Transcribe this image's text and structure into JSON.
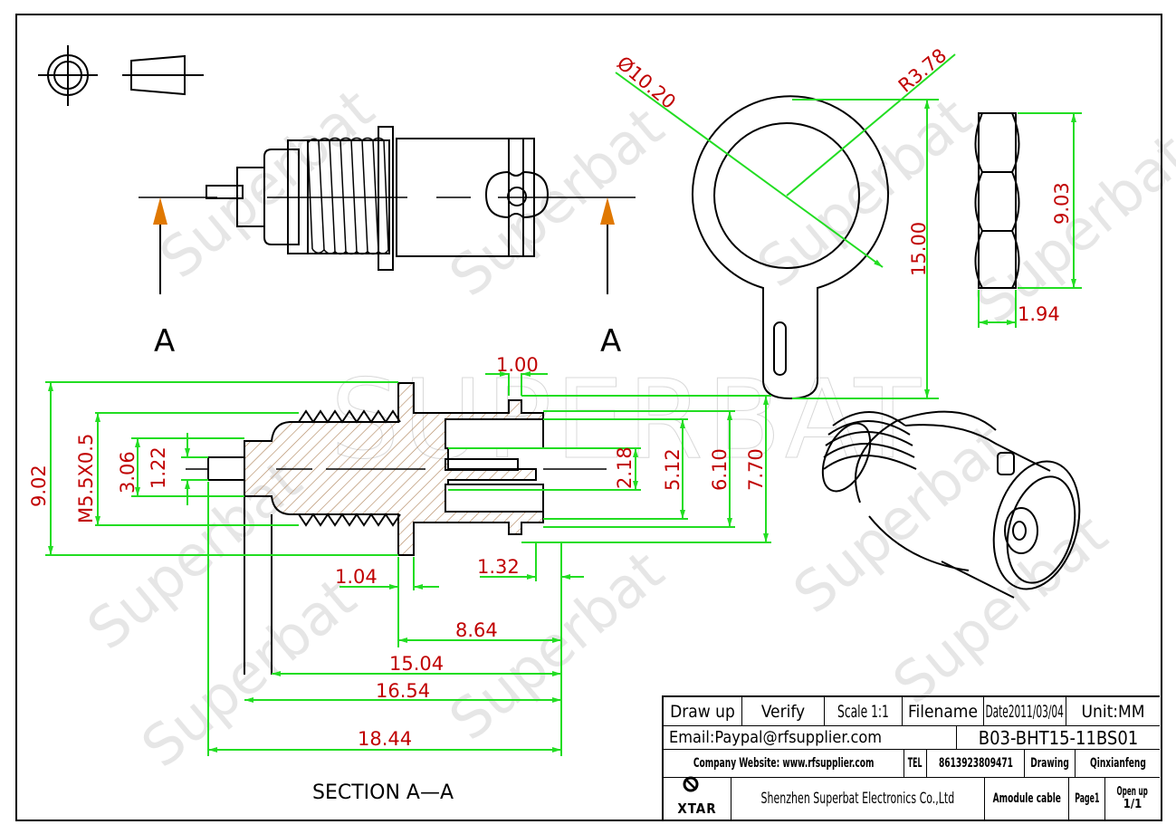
{
  "drawing": {
    "watermark_big": "SUPERBAT",
    "watermark_small": "Superbat",
    "section_label": "SECTION  A—A",
    "cut_marker_left": "A",
    "cut_marker_right": "A",
    "colors": {
      "dimension_line": "#22dd22",
      "dimension_text": "#c00000",
      "hatch": "#b38a62",
      "cut_arrow": "#e07800",
      "outline": "#000000"
    },
    "dimensions": {
      "washer_diameter": "Ø10.20",
      "washer_radius": "R3.78",
      "washer_length": "15.00",
      "nut_height": "9.03",
      "nut_thickness": "1.94",
      "flange_width": "1.00",
      "overall_height": "9.02",
      "thread": "M5.5X0.5",
      "rear_diameter": "3.06",
      "pin_diameter": "1.22",
      "inner_contact": "2.18",
      "inner_bore": "5.12",
      "outer_body": "6.10",
      "bayonet_diameter": "7.70",
      "flange_thickness": "1.04",
      "groove_width": "1.32",
      "front_length": "8.64",
      "length_to_tail": "15.04",
      "length_to_pin_step": "16.54",
      "overall_length": "18.44"
    }
  },
  "title_block": {
    "row1": {
      "draw_up": "Draw up",
      "verify": "Verify",
      "scale": "Scale 1:1",
      "filename": "Filename",
      "date": "Date2011/03/04",
      "unit": "Unit:MM"
    },
    "row2": {
      "email": "Email:Paypal@rfsupplier.com",
      "part_number": "B03-BHT15-11BS01"
    },
    "row3": {
      "website": "Company Website:  www.rfsupplier.com",
      "tel_label": "TEL",
      "tel": "8613923809471",
      "drawing_label": "Drawing",
      "drawer": "Qinxianfeng"
    },
    "row4": {
      "logo_text": "XTAR",
      "company": "Shenzhen Superbat Electronics Co.,Ltd",
      "product": "Amodule cable",
      "page": "Page1",
      "open_up": "Open up",
      "open_up_count": "1/1"
    }
  }
}
